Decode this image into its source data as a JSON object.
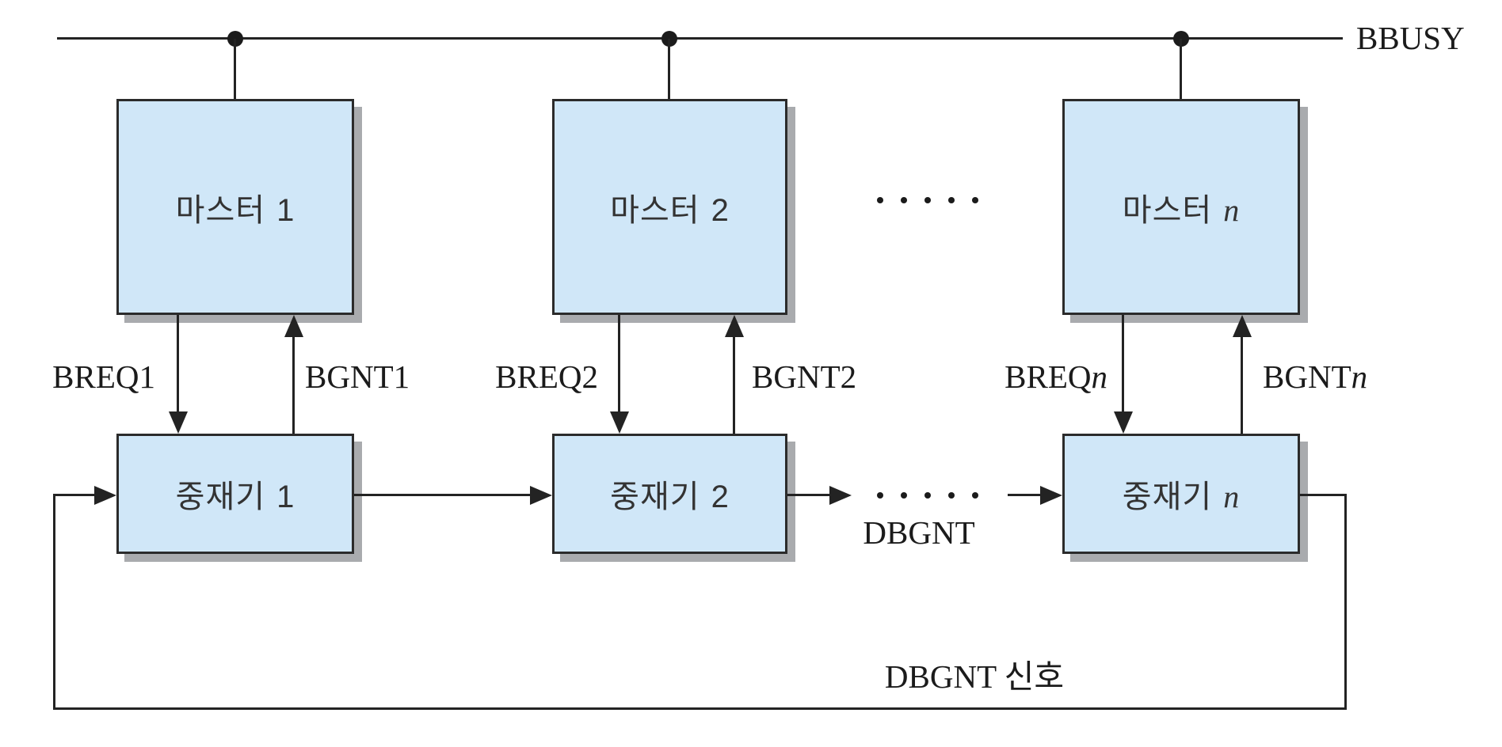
{
  "colors": {
    "box_fill": "#d0e7f8",
    "box_border": "#2b2b2b",
    "box_shadow": "#a9abae",
    "line": "#232323",
    "text": "#1b1b1b"
  },
  "bus": {
    "label": "BBUSY"
  },
  "masters": [
    {
      "name": "마스터",
      "index": "1"
    },
    {
      "name": "마스터",
      "index": "2"
    },
    {
      "name": "마스터",
      "index": "n"
    }
  ],
  "arbiters": [
    {
      "name": "중재기",
      "index": "1"
    },
    {
      "name": "중재기",
      "index": "2"
    },
    {
      "name": "중재기",
      "index": "n"
    }
  ],
  "request_signals": [
    {
      "base": "BREQ",
      "sub": "1"
    },
    {
      "base": "BREQ",
      "sub": "2"
    },
    {
      "base": "BREQ",
      "sub": "n"
    }
  ],
  "grant_signals": [
    {
      "base": "BGNT",
      "sub": "1"
    },
    {
      "base": "BGNT",
      "sub": "2"
    },
    {
      "base": "BGNT",
      "sub": "n"
    }
  ],
  "daisy_chain": {
    "label": "DBGNT"
  },
  "feedback": {
    "label": "DBGNT 신호"
  }
}
